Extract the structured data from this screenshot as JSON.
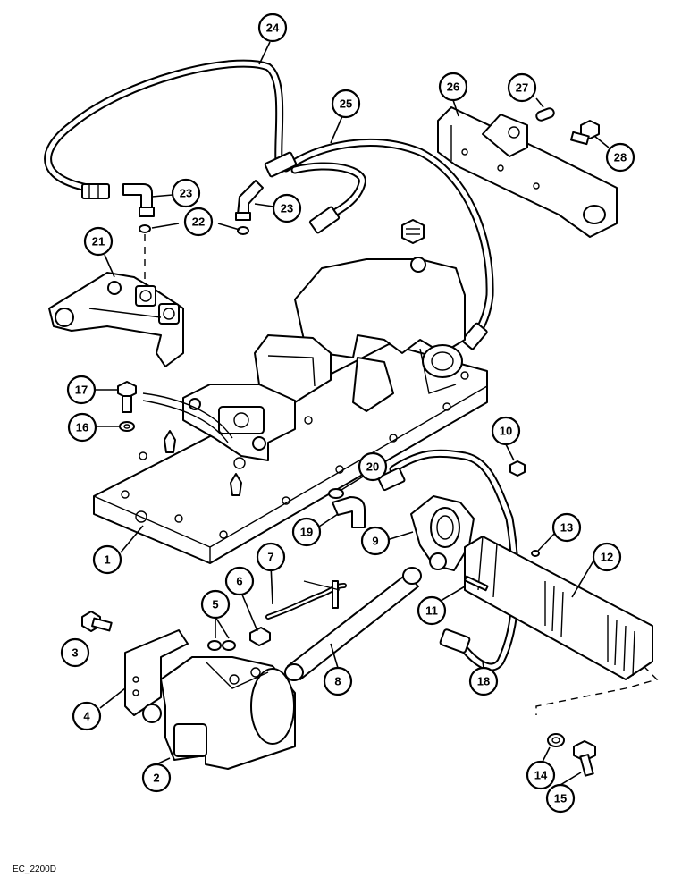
{
  "diagram": {
    "callout_labels": {
      "c1": "1",
      "c2": "2",
      "c3": "3",
      "c4": "4",
      "c5": "5",
      "c6": "6",
      "c7": "7",
      "c8": "8",
      "c9": "9",
      "c10": "10",
      "c11": "11",
      "c12": "12",
      "c13": "13",
      "c14": "14",
      "c15": "15",
      "c16": "16",
      "c17": "17",
      "c18": "18",
      "c19": "19",
      "c20": "20",
      "c21": "21",
      "c22": "22",
      "c23a": "23",
      "c23b": "23",
      "c24": "24",
      "c25": "25",
      "c26": "26",
      "c27": "27",
      "c28": "28"
    },
    "drawing_code": "EC_2200D"
  }
}
